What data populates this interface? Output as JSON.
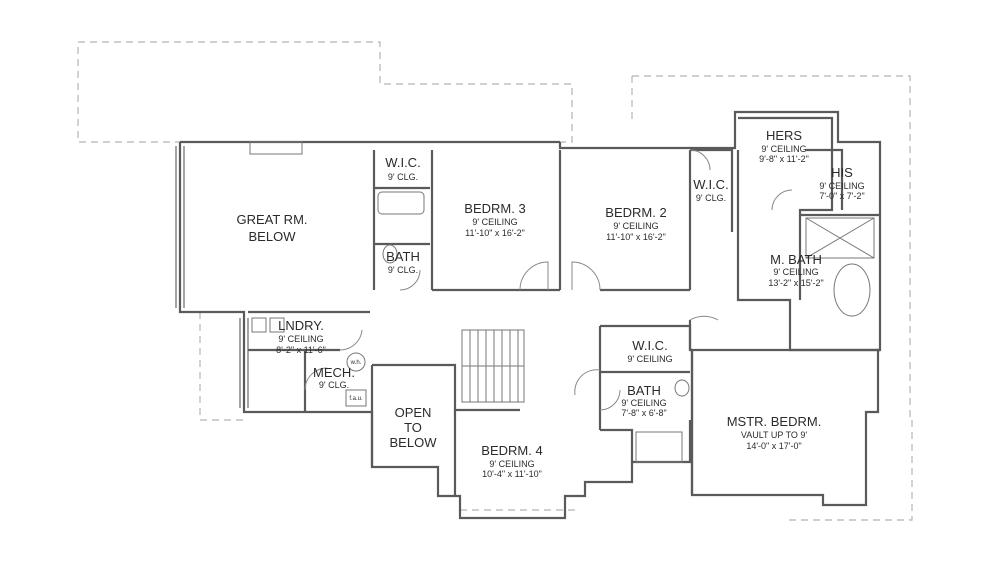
{
  "rooms": {
    "great_room": {
      "line1": "GREAT RM.",
      "line2": "BELOW"
    },
    "wic_top": {
      "name": "W.I.C.",
      "ceiling": "9' CLG."
    },
    "bedrm3": {
      "name": "BEDRM. 3",
      "ceiling": "9' CEILING",
      "size": "11'-10\" x 16'-2\""
    },
    "bath_left": {
      "name": "BATH",
      "ceiling": "9' CLG."
    },
    "bedrm2": {
      "name": "BEDRM. 2",
      "ceiling": "9' CEILING",
      "size": "11'-10\" x 16'-2\""
    },
    "wic_bed2": {
      "name": "W.I.C.",
      "ceiling": "9' CLG."
    },
    "hers": {
      "name": "HERS",
      "ceiling": "9' CEILING",
      "size": "9'-8\" x 11'-2\""
    },
    "his": {
      "name": "HIS",
      "ceiling": "9' CEILING",
      "size": "7'-0\" x 7'-2\""
    },
    "master_bath": {
      "name": "M. BATH",
      "ceiling": "9' CEILING",
      "size": "13'-2\" x 15'-2\""
    },
    "laundry": {
      "name": "LNDRY.",
      "ceiling": "9' CEILING",
      "size": "8'-2\" x 11'-6\""
    },
    "mech": {
      "name": "MECH.",
      "ceiling": "9' CLG.",
      "wh": "w.h.",
      "fau": "f.a.u."
    },
    "open_below": {
      "line1": "OPEN",
      "line2": "TO",
      "line3": "BELOW"
    },
    "bedrm4": {
      "name": "BEDRM. 4",
      "ceiling": "9' CEILING",
      "size": "10'-4\" x 11'-10\""
    },
    "wic_mid": {
      "name": "W.I.C.",
      "ceiling": "9' CEILING"
    },
    "bath_mid": {
      "name": "BATH",
      "ceiling": "9' CEILING",
      "size": "7'-8\" x 6'-8\""
    },
    "master_bedrm": {
      "name": "MSTR. BEDRM.",
      "ceiling": "VAULT UP TO 9'",
      "size": "14'-0\" x 17'-0\""
    }
  }
}
